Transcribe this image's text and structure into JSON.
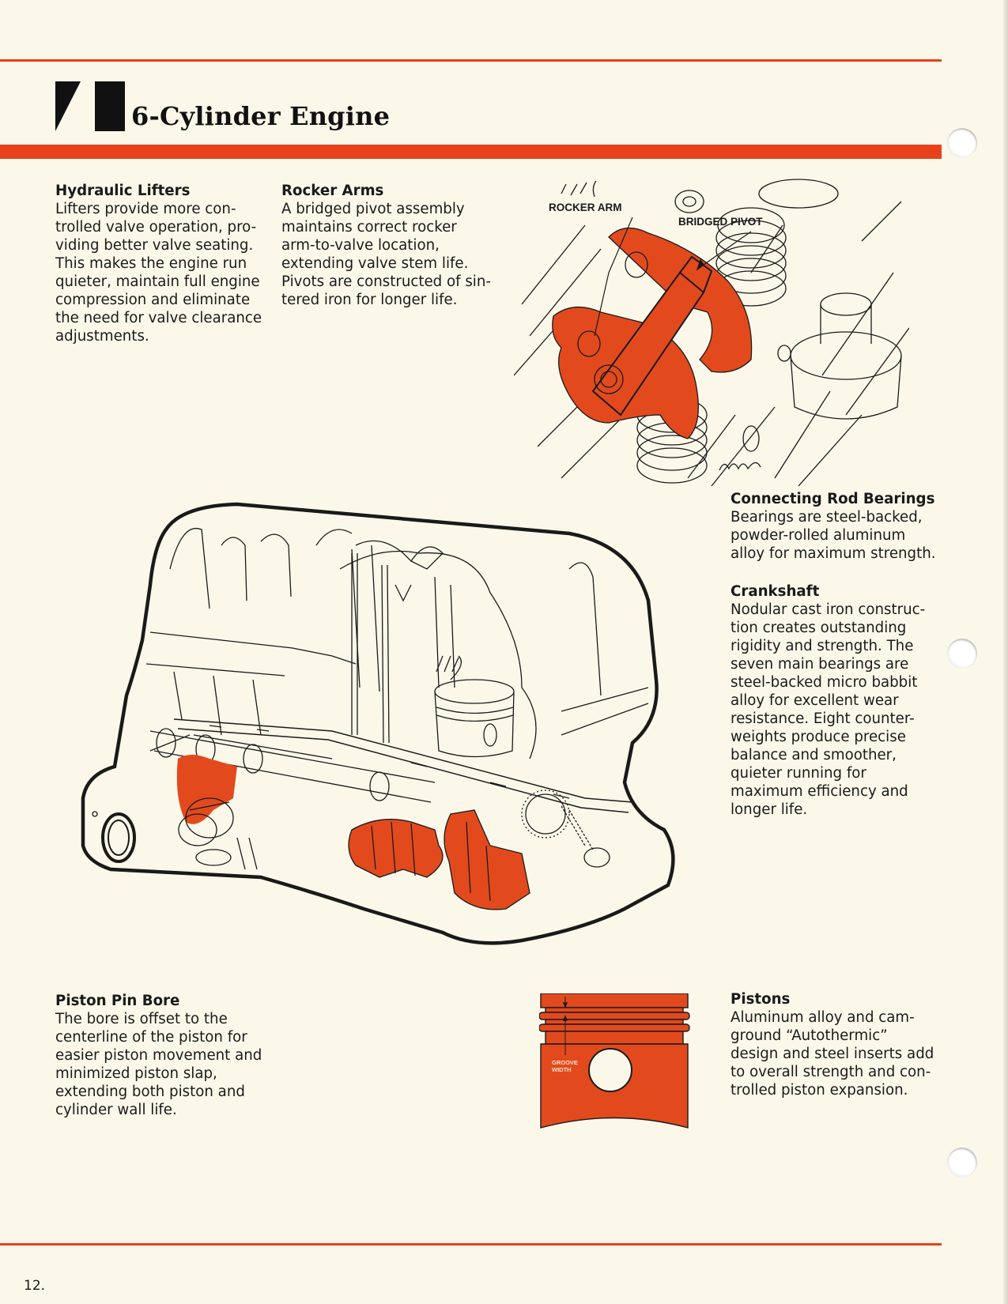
{
  "colors": {
    "accent": "#e8411b",
    "highlight": "#e24a1d",
    "ink": "#1a1a1a",
    "paper": "#fbf8ea"
  },
  "header": {
    "logo_icon": "brand-mark-icon",
    "title": "6-Cylinder Engine"
  },
  "sections": {
    "hydraulic_lifters": {
      "heading": "Hydraulic Lifters",
      "body": "Lifters provide more con-\ntrolled valve operation, pro-\nviding better valve seating.\nThis makes the engine run\nquieter, maintain full engine\ncompression and eliminate\nthe need for valve clearance\nadjustments."
    },
    "rocker_arms": {
      "heading": "Rocker Arms",
      "body": "A bridged pivot assembly\nmaintains correct rocker\narm-to-valve location,\nextending valve stem life.\nPivots are constructed of sin-\ntered iron for longer life."
    },
    "connecting_rod_bearings": {
      "heading": "Connecting Rod Bearings",
      "body": "Bearings are steel-backed,\npowder-rolled aluminum\nalloy for maximum strength."
    },
    "crankshaft": {
      "heading": "Crankshaft",
      "body": "Nodular cast iron construc-\ntion creates outstanding\nrigidity and strength. The\nseven main bearings are\nsteel-backed micro babbit\nalloy for excellent wear\nresistance. Eight counter-\nweights produce precise\nbalance and smoother,\nquieter running for\nmaximum efficiency and\nlonger life."
    },
    "piston_pin_bore": {
      "heading": "Piston Pin Bore",
      "body": "The bore is offset to the\ncenterline of the piston for\neasier piston movement and\nminimized piston slap,\nextending both piston and\ncylinder wall life."
    },
    "pistons": {
      "heading": "Pistons",
      "body": "Aluminum alloy and cam-\nground “Autothermic”\ndesign and steel inserts add\nto overall strength and con-\ntrolled piston expansion."
    }
  },
  "figures": {
    "rocker": {
      "label_rocker_arm": "ROCKER ARM",
      "label_bridged_pivot": "BRIDGED PIVOT"
    },
    "piston": {
      "label_groove": "GROOVE",
      "label_width": "WIDTH"
    }
  },
  "footer": {
    "page_number": "12."
  }
}
